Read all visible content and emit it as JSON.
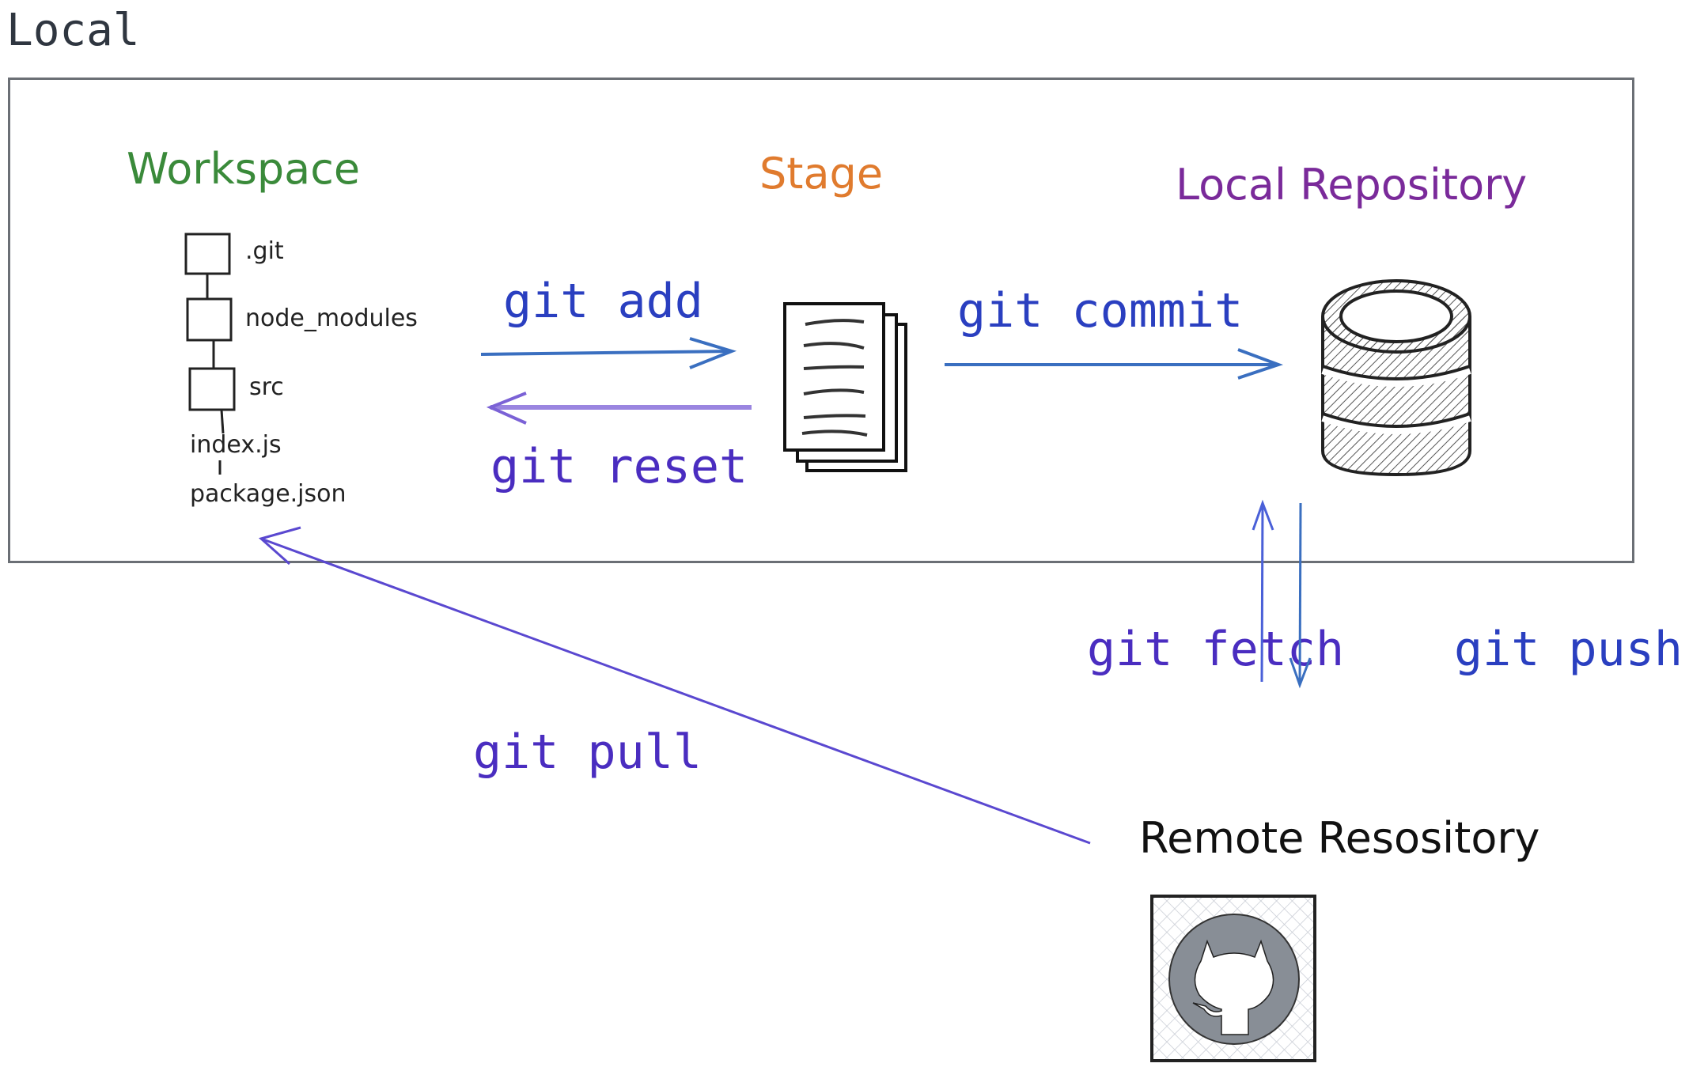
{
  "title": "Local",
  "sections": {
    "workspace": {
      "title": "Workspace",
      "color": "#3a8a3a"
    },
    "stage": {
      "title": "Stage",
      "color": "#e07b2e"
    },
    "local_repository": {
      "title": "Local Repository",
      "color": "#7a2a9a"
    },
    "remote_repository": {
      "title": "Remote Resository",
      "color": "#111111"
    }
  },
  "workspace_tree": {
    "folders": [
      ".git",
      "node_modules",
      "src"
    ],
    "files": [
      "index.js",
      "package.json"
    ]
  },
  "commands": {
    "add": "git add",
    "reset": "git reset",
    "commit": "git commit",
    "fetch": "git fetch",
    "push": "git push",
    "pull": "git pull"
  },
  "colors": {
    "arrow_blue": "#3a6fc0",
    "arrow_purple": "#7b62d6",
    "text_blue": "#2a3fc0",
    "text_indigo": "#4a2dc0",
    "github_gray": "#888e96"
  },
  "icons": {
    "stage": "document-stack-icon",
    "local_repository": "database-icon",
    "remote_repository": "github-icon"
  }
}
